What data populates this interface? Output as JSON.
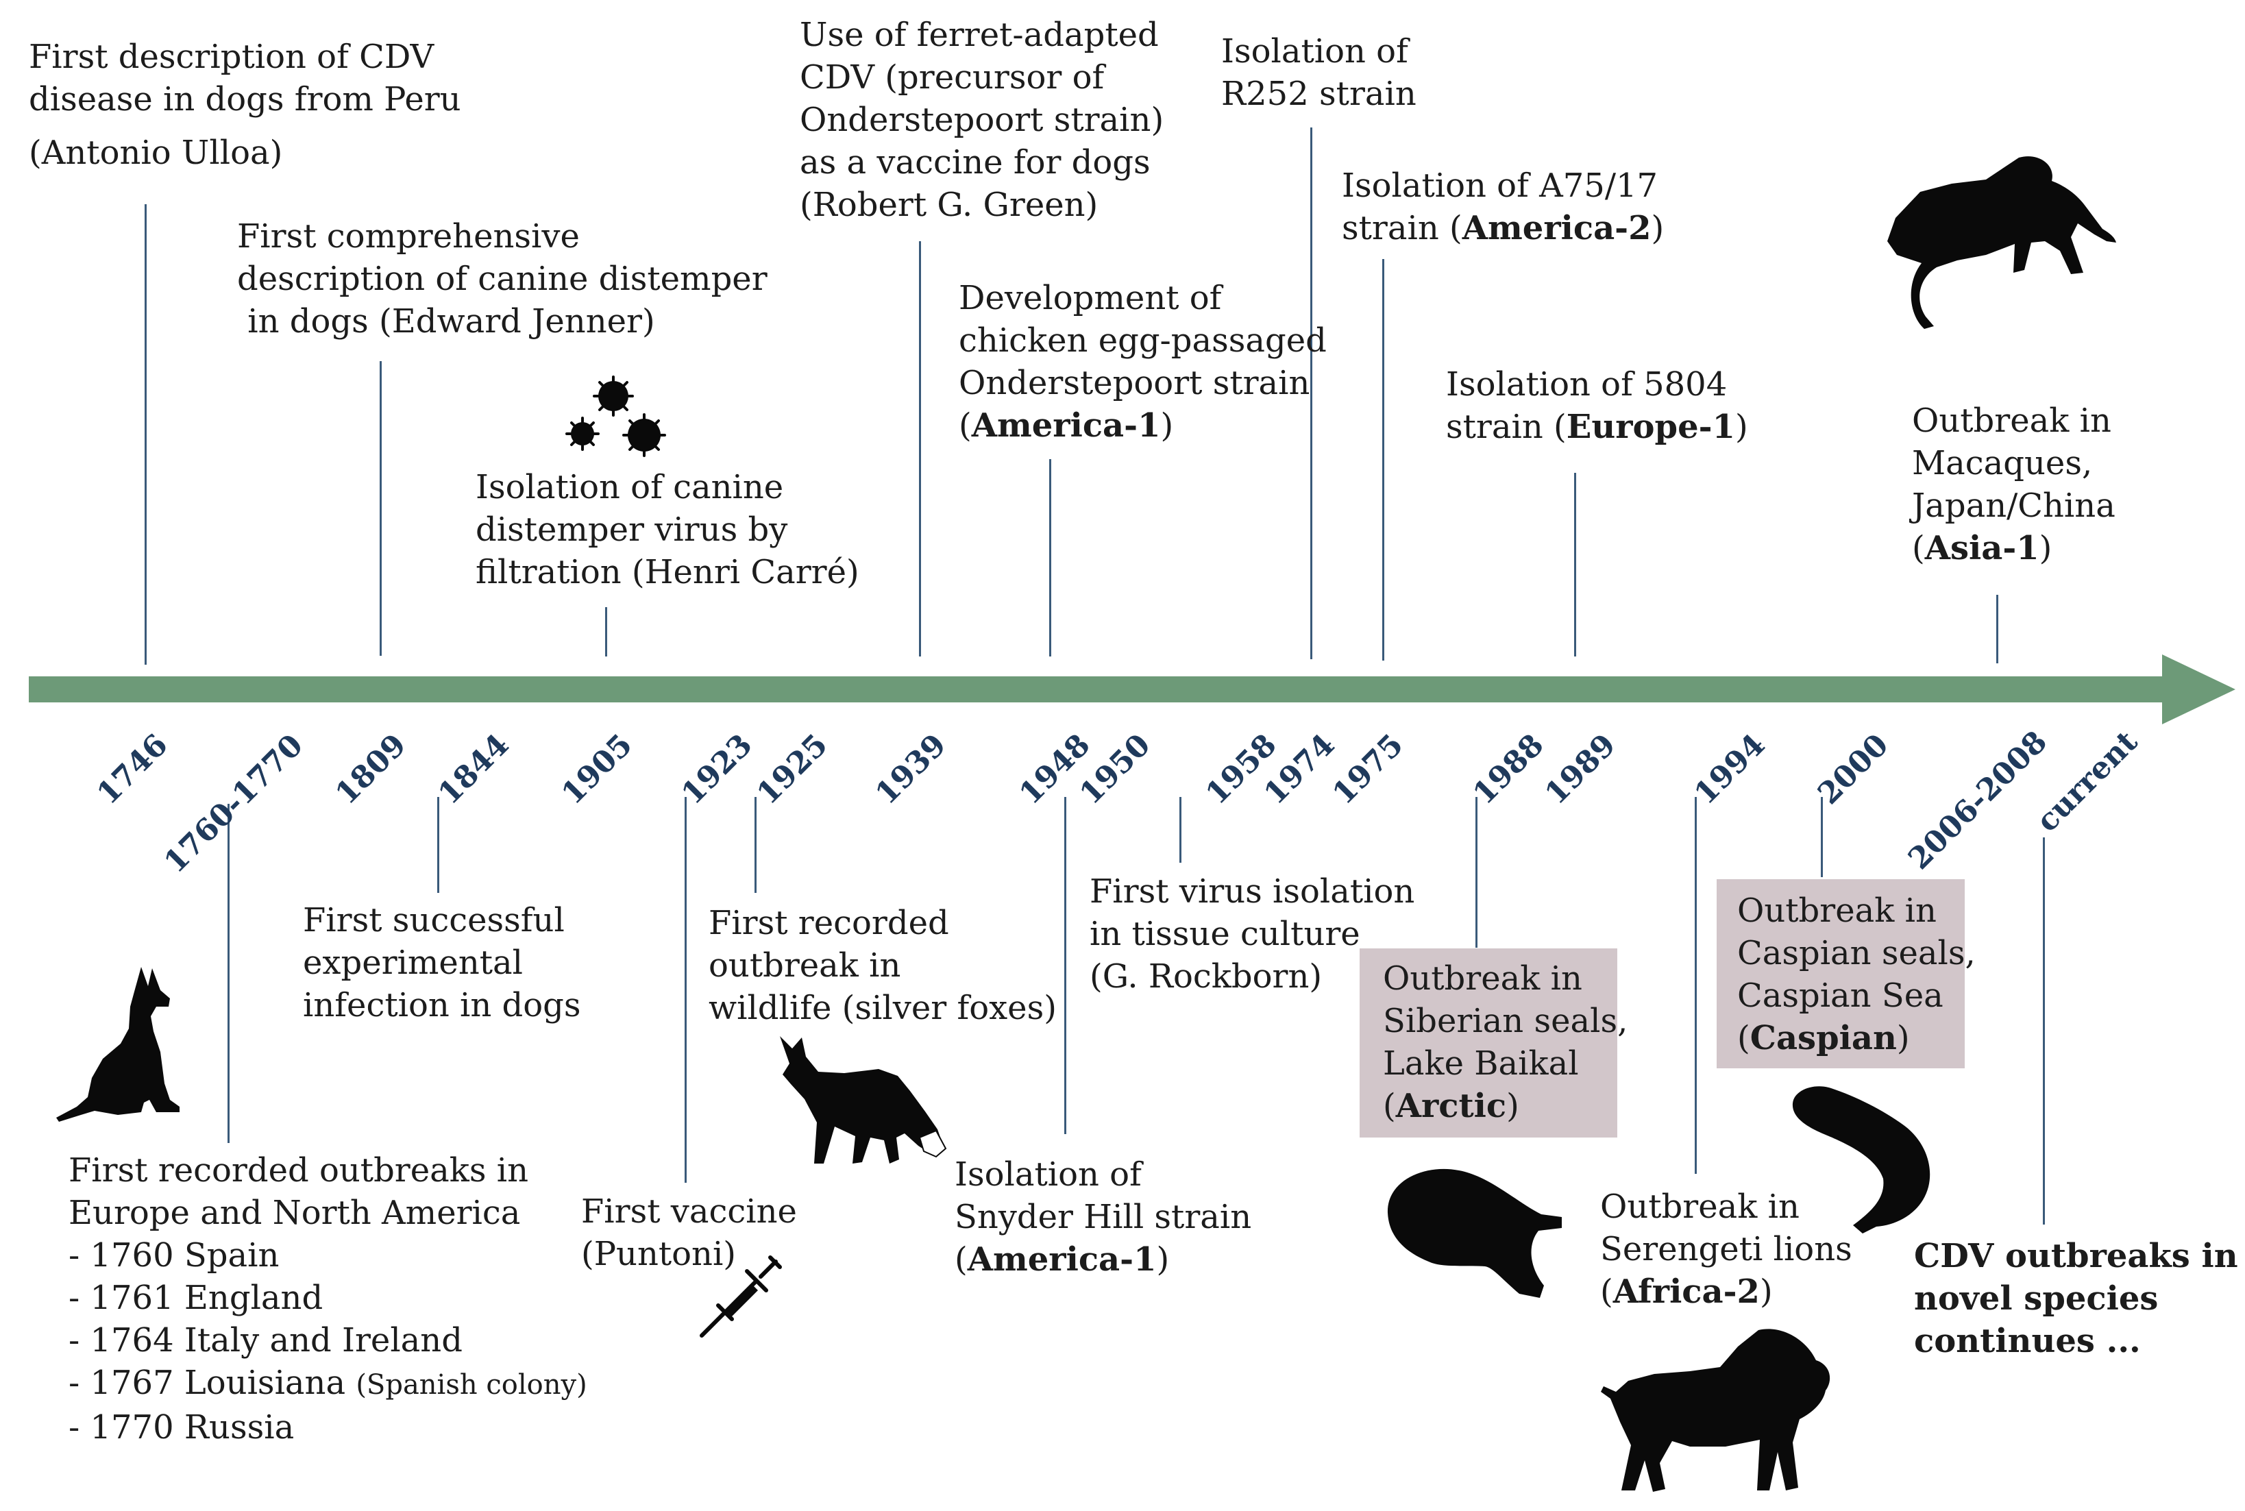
{
  "colors": {
    "arrow": "#6d9a78",
    "tick": "#3a5a7a",
    "year": "#1f3a5c",
    "box": "#d2c6ca",
    "silhouette": "#0a0a0a"
  },
  "years": [
    "1746",
    "1760-1770",
    "1809",
    "1844",
    "1905",
    "1923",
    "1925",
    "1939",
    "1948",
    "1950",
    "1958",
    "1974",
    "1975",
    "1988",
    "1989",
    "1994",
    "2000",
    "2006-2008",
    "current"
  ],
  "events_top": [
    {
      "lines": [
        "First description of CDV",
        "disease in dogs from Peru"
      ],
      "note": "(Antonio Ulloa)"
    },
    {
      "lines": [
        "First comprehensive",
        "description of canine distemper",
        " in dogs (Edward Jenner)"
      ]
    },
    {
      "lines": [
        "Isolation of canine",
        "distemper virus by",
        "filtration (Henri Carré)"
      ]
    },
    {
      "lines": [
        "Use of ferret-adapted",
        "CDV (precursor of",
        "Onderstepoort strain)",
        "as a vaccine for dogs",
        "(Robert G. Green)"
      ]
    },
    {
      "lines": [
        "Development of",
        "chicken egg-passaged",
        "Onderstepoort strain"
      ],
      "strain": "America-1"
    },
    {
      "lines": [
        "Isolation of",
        "R252 strain"
      ]
    },
    {
      "lines": [
        "Isolation of A75/17"
      ],
      "prefix": "strain ",
      "strain": "America-2"
    },
    {
      "lines": [
        "Isolation of 5804"
      ],
      "prefix": "strain ",
      "strain": "Europe-1"
    },
    {
      "lines": [
        "Outbreak in",
        "Macaques,",
        "Japan/China"
      ],
      "strain": "Asia-1"
    }
  ],
  "events_bottom": [
    {
      "lines": [
        "First recorded outbreaks in",
        "Europe and North America"
      ],
      "list": [
        "- 1760 Spain",
        "- 1761 England",
        "- 1764 Italy and Ireland",
        "- 1767 Louisiana"
      ],
      "list_note": "(Spanish colony)",
      "list_last": "- 1770 Russia"
    },
    {
      "lines": [
        "First successful",
        "experimental",
        "infection in dogs"
      ]
    },
    {
      "lines": [
        "First vaccine",
        "(Puntoni)"
      ]
    },
    {
      "lines": [
        "First recorded",
        "outbreak in",
        "wildlife (silver foxes)"
      ]
    },
    {
      "lines": [
        "Isolation of",
        "Snyder Hill strain"
      ],
      "strain": "America-1"
    },
    {
      "lines": [
        "First virus isolation",
        "in tissue culture",
        "(G. Rockborn)"
      ]
    },
    {
      "lines": [
        "Outbreak in",
        "Siberian seals,",
        "Lake Baikal"
      ],
      "strain": "Arctic"
    },
    {
      "lines": [
        "Outbreak in",
        "Serengeti lions"
      ],
      "strain": "Africa-2"
    },
    {
      "lines": [
        "Outbreak in",
        "Caspian seals,",
        "Caspian Sea"
      ],
      "strain": "Caspian"
    },
    {
      "lines": [
        "CDV outbreaks in",
        "novel species",
        "continues ..."
      ]
    }
  ],
  "icons": [
    "virus-icon",
    "dog-icon",
    "syringe-icon",
    "fox-icon",
    "seal-icon",
    "lion-icon",
    "caspian-seal-icon",
    "monkey-icon"
  ]
}
